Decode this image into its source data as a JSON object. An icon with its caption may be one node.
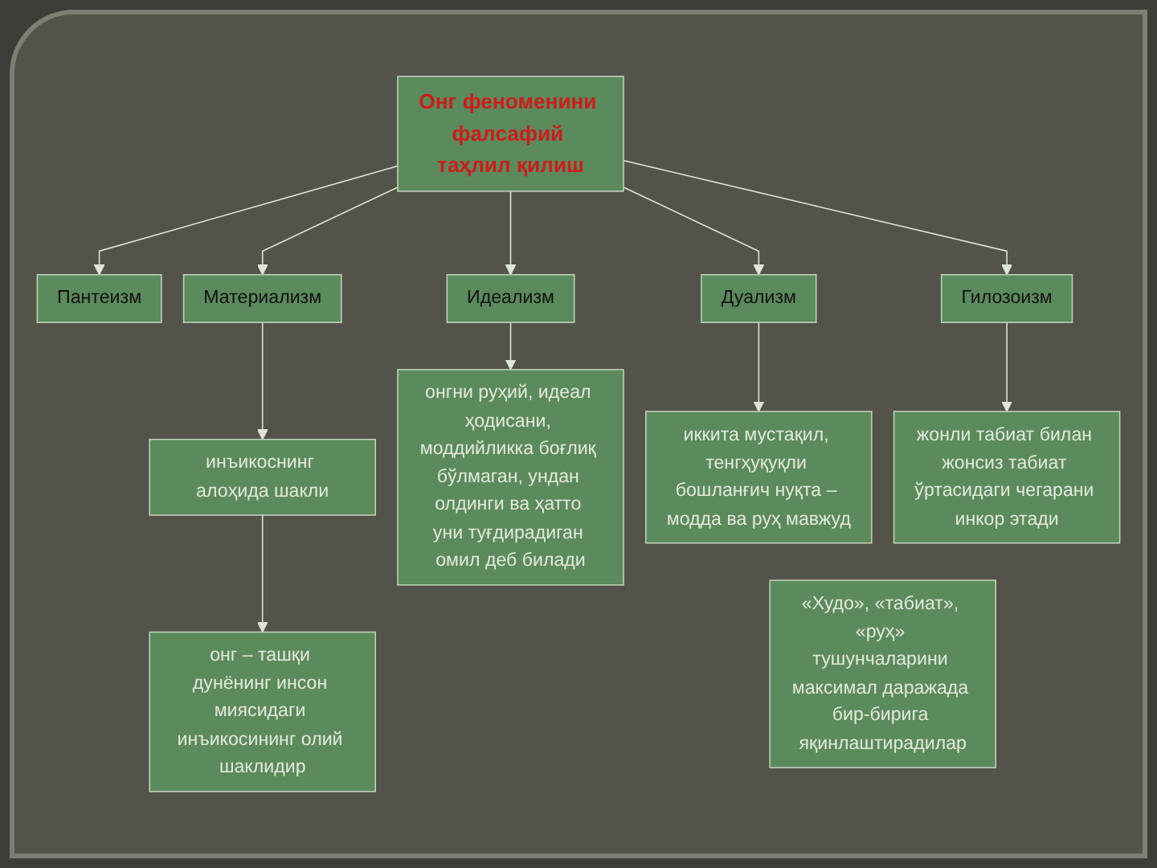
{
  "diagram": {
    "nodes": [
      {
        "text": [
          "Онг феноменини фалсафий таҳлил қилиш"
        ]
      },
      {
        "text": [
          "Пантеизм"
        ]
      },
      {
        "text": [
          "«Худо», «табиат», «руҳ» тушунчаларини максимал даражада бир-бирига яқинлаштирадилар"
        ]
      },
      {
        "text": [
          "Материализм"
        ]
      },
      {
        "text": [
          "Идеализм"
        ]
      },
      {
        "text": [
          "Дуализм"
        ]
      },
      {
        "text": [
          "Гилозоизм"
        ]
      },
      {
        "text": [
          "инъикоснинг алоҳида шакли"
        ]
      },
      {
        "text": [
          "онгни руҳий, идеал ҳодисани, моддийликка боғлиқ бўлмаган, ундан олдинги ва ҳатто уни туғдирадиган омил деб билади"
        ]
      },
      {
        "text": [
          "иккита мустақил, тенгҳуқуқли бошланғич нуқта – модда ва руҳ мавжуд"
        ]
      },
      {
        "text": [
          "жонли табиат билан жонсиз табиат ўртасидаги чегарани инкор этади"
        ]
      },
      {
        "text": [
          "онг – ташқи дунёнинг инсон миясидаги инъикосининг олий шаклидир"
        ]
      }
    ],
    "edges": [
      {
        "from": 0,
        "to": 1,
        "arrow": "to"
      },
      {
        "from": 0,
        "to": 3,
        "arrow": "to"
      },
      {
        "from": 0,
        "to": 4,
        "arrow": "to"
      },
      {
        "from": 0,
        "to": 5,
        "arrow": "to"
      },
      {
        "from": 0,
        "to": 6,
        "arrow": "to"
      },
      {
        "from": 3,
        "to": 7,
        "arrow": "to"
      },
      {
        "from": 4,
        "to": 8,
        "arrow": "to"
      },
      {
        "from": 5,
        "to": 9,
        "arrow": "to"
      },
      {
        "from": 6,
        "to": 10,
        "arrow": "to"
      },
      {
        "from": 7,
        "to": 11,
        "arrow": "to"
      }
    ]
  }
}
